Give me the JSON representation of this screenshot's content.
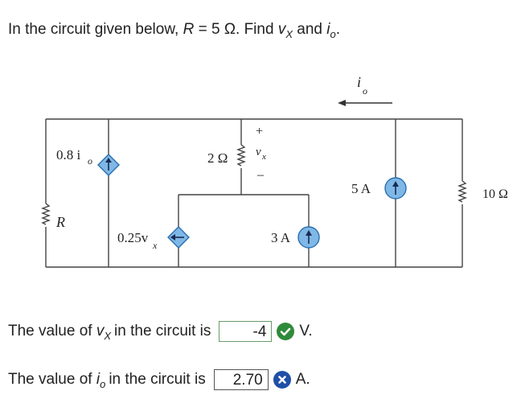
{
  "question": {
    "prefix": "In the circuit given below,",
    "r_var": "R",
    "r_eq": "= 5 Ω. Find",
    "vx": "v",
    "vx_sub": "X",
    "and": "and",
    "io": "i",
    "io_sub": "o",
    "end": "."
  },
  "circuit": {
    "io_label": "i",
    "io_sub": "o",
    "dep_current_label": "0.8 i",
    "dep_current_sub": "o",
    "r_label": "R",
    "r2_label": "2 Ω",
    "vx_plus": "+",
    "vx_label": "v",
    "vx_sub": "x",
    "vx_minus": "–",
    "dep_voltage_label": "0.25v",
    "dep_voltage_sub": "x",
    "src3_label": "3 A",
    "src5_label": "5 A",
    "r10_label": "10 Ω"
  },
  "answers": [
    {
      "prefix": "The value of",
      "var": "v",
      "sub": "X",
      "middle": "in the circuit is",
      "value": "-4",
      "status": "correct",
      "unit": "V."
    },
    {
      "prefix": "The value of",
      "var": "i",
      "sub": "o",
      "middle": "in the circuit is",
      "value": "2.70",
      "status": "incorrect",
      "unit": "A."
    }
  ],
  "colors": {
    "source_fill": "#7fb8e6",
    "correct": "#2e8b3a",
    "incorrect": "#1f4fa8"
  }
}
